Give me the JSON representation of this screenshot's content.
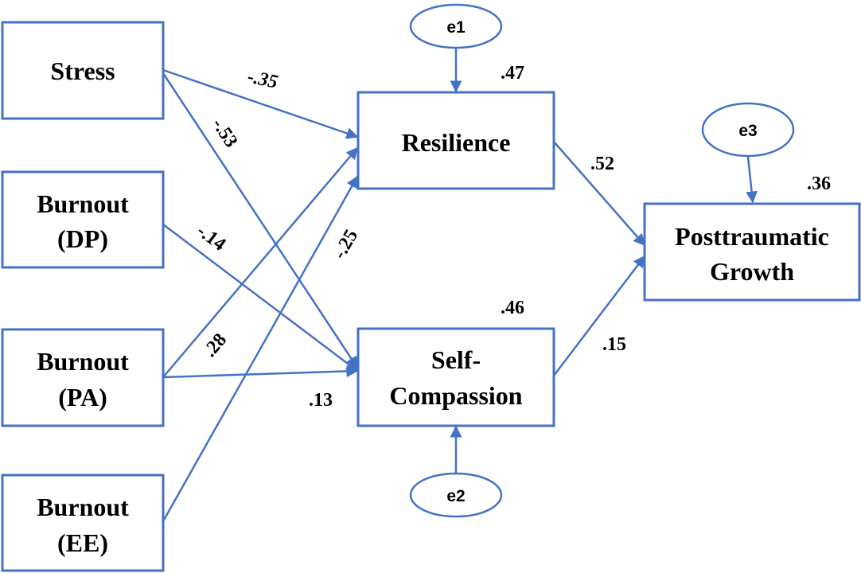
{
  "colors": {
    "line": "#4472c4",
    "text": "#000000"
  },
  "nodes": {
    "stress": "Stress",
    "dp": {
      "line1": "Burnout",
      "line2": "(DP)"
    },
    "pa": {
      "line1": "Burnout",
      "line2": "(PA)"
    },
    "ee": {
      "line1": "Burnout",
      "line2": "(EE)"
    },
    "resilience": "Resilience",
    "self_compassion": {
      "line1": "Self-",
      "line2": "Compassion"
    },
    "ptg": {
      "line1": "Posttraumatic",
      "line2": "Growth"
    }
  },
  "errors": {
    "e1": "e1",
    "e2": "e2",
    "e3": "e3"
  },
  "r_squared": {
    "resilience": ".47",
    "self_compassion": ".46",
    "ptg": ".36"
  },
  "paths": {
    "stress_resilience": "-.35",
    "stress_self_compassion": "-.53",
    "dp_self_compassion": "-.14",
    "ee_resilience": "-.25",
    "pa_resilience": ".28",
    "pa_self_compassion": ".13",
    "resilience_ptg": ".52",
    "self_compassion_ptg": ".15"
  }
}
